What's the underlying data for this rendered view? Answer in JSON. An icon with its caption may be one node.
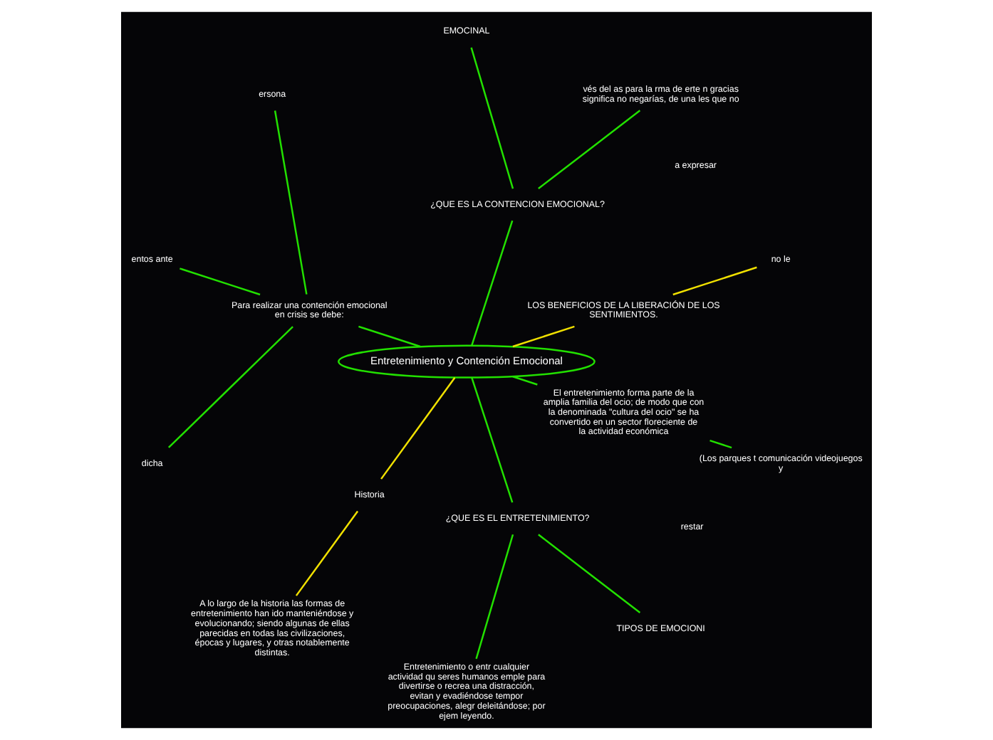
{
  "diagram": {
    "nodes": [
      {
        "text": [
          "Entretenimiento y Contención Emocional"
        ]
      },
      {
        "text": [
          "LOS BENEFICIOS DE LA LIBERACIÓN DE LOS SENTIMIENTOS."
        ]
      },
      {
        "text": [
          "no le"
        ]
      },
      {
        "text": [
          "¿QUE ES LA CONTENCION EMOCIONAL?"
        ]
      },
      {
        "text": [
          "vés del as para la rma de erte n gracias significa no negarías, de una les que no"
        ]
      },
      {
        "text": [
          "EMOCINAL"
        ]
      },
      {
        "text": [
          "Para realizar una contención emocional en crisis se debe:"
        ]
      },
      {
        "text": [
          "ersona"
        ]
      },
      {
        "text": [
          "entos ante"
        ]
      },
      {
        "text": [
          "dicha"
        ]
      },
      {
        "text": [
          "Historia"
        ]
      },
      {
        "text": [
          "A lo largo de la historia las formas de entretenimiento han ido manteniéndose y evolucionando; siendo algunas de ellas parecidas en todas las civilizaciones, épocas y lugares, y otras notablemente distintas."
        ]
      },
      {
        "text": [
          "¿QUE ES EL ENTRETENIMIENTO?"
        ]
      },
      {
        "text": [
          "Entretenimiento o entr cualquier actividad qu seres humanos emple para divertirse o recrea una distracción, evitan y evadiéndose tempor preocupaciones, alegr deleitándose; por ejem leyendo."
        ]
      },
      {
        "text": [
          "TIPOS DE EMOCIONI"
        ]
      },
      {
        "text": [
          "El entretenimiento forma parte de la amplia familia del ocio; de modo que con la denominada \"cultura del ocio\" se ha convertido en un sector floreciente de la actividad económica"
        ]
      },
      {
        "text": [
          "(Los parques t comunicación videojuegos y"
        ]
      }
    ],
    "edges": [
      {
        "from": 0,
        "to": 1,
        "arrow": "none",
        "color": "#f0e000"
      },
      {
        "from": 1,
        "to": 2,
        "arrow": "none",
        "color": "#f0e000"
      },
      {
        "from": 0,
        "to": 3,
        "arrow": "none"
      },
      {
        "from": 3,
        "to": 4,
        "arrow": "none"
      },
      {
        "from": 3,
        "to": 5,
        "arrow": "none"
      },
      {
        "from": 0,
        "to": 6,
        "arrow": "none"
      },
      {
        "from": 6,
        "to": 7,
        "arrow": "none"
      },
      {
        "from": 6,
        "to": 8,
        "arrow": "none"
      },
      {
        "from": 6,
        "to": 9,
        "arrow": "none"
      },
      {
        "from": 0,
        "to": 10,
        "arrow": "none",
        "color": "#f0e000"
      },
      {
        "from": 10,
        "to": 11,
        "arrow": "none",
        "color": "#f0e000"
      },
      {
        "from": 0,
        "to": 12,
        "arrow": "none"
      },
      {
        "from": 12,
        "to": 13,
        "arrow": "none"
      },
      {
        "from": 12,
        "to": 14,
        "arrow": "none"
      },
      {
        "from": 0,
        "to": 15,
        "arrow": "none"
      },
      {
        "from": 15,
        "to": 16,
        "arrow": "none"
      }
    ],
    "labels": [
      "restar",
      "a expresar"
    ]
  }
}
